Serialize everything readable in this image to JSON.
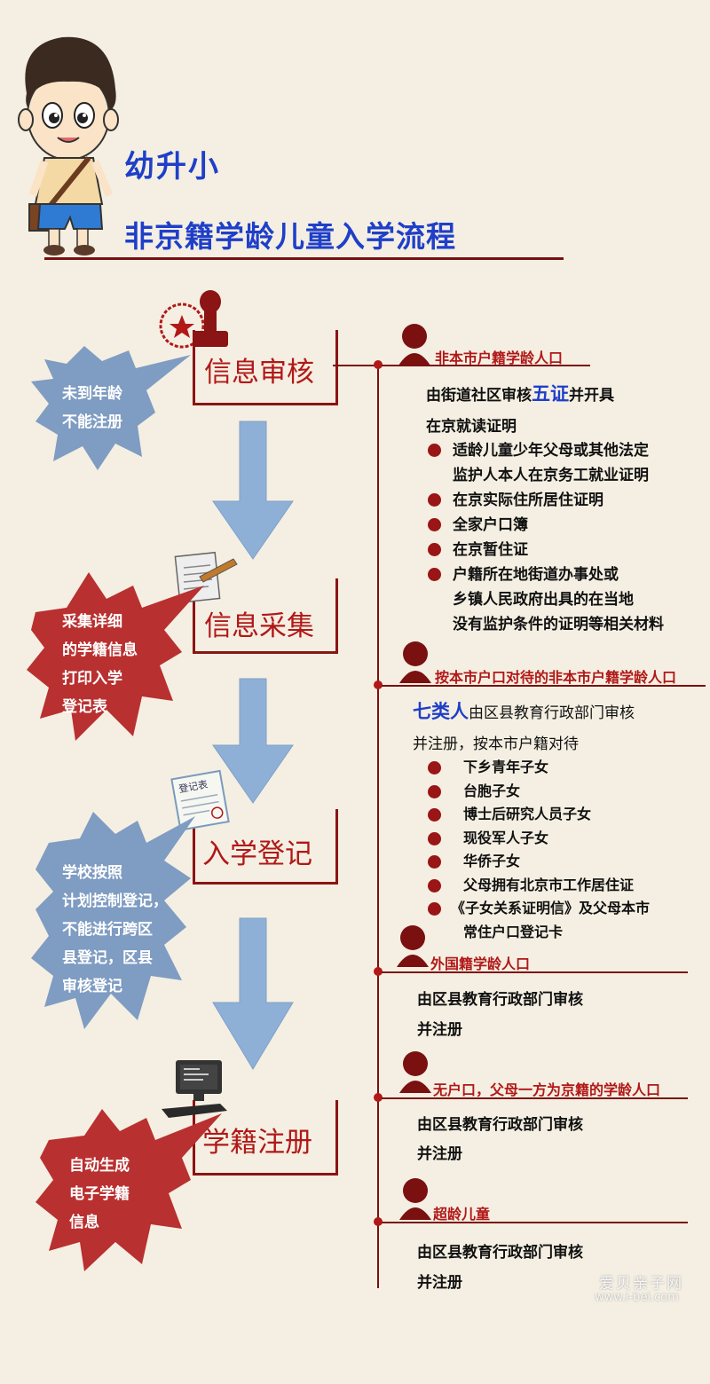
{
  "title": {
    "line1": "幼升小",
    "line2": "非京籍学龄儿童入学流程"
  },
  "steps": [
    {
      "label": "信息审核"
    },
    {
      "label": "信息采集"
    },
    {
      "label": "入学登记"
    },
    {
      "label": "学籍注册"
    }
  ],
  "bubbles": [
    {
      "lines": [
        "未到年龄",
        "不能注册"
      ],
      "color": "#7f9cc2"
    },
    {
      "lines": [
        "采集详细",
        "的学籍信息",
        "打印入学",
        "登记表"
      ],
      "color": "#b93030"
    },
    {
      "lines": [
        "学校按照",
        "计划控制登记，",
        "不能进行跨区",
        "县登记，区县",
        "审核登记"
      ],
      "color": "#7f9cc2"
    },
    {
      "lines": [
        "自动生成",
        "电子学籍",
        "信息"
      ],
      "color": "#b93030"
    }
  ],
  "form_label": "登记表",
  "categories": {
    "c1": {
      "title": "非本市户籍学龄人口",
      "intro_pre": "由街道社区审核",
      "intro_em": "五证",
      "intro_post": "并开具",
      "intro2": "在京就读证明",
      "items": [
        "适龄儿童少年父母或其他法定",
        "监护人本人在京务工就业证明",
        "在京实际住所居住证明",
        "全家户口簿",
        "在京暂住证",
        "户籍所在地街道办事处或",
        "乡镇人民政府出具的在当地",
        "没有监护条件的证明等相关材料"
      ]
    },
    "c2": {
      "title": "按本市户口对待的非本市户籍学龄人口",
      "intro_em": "七类人",
      "intro_post": "由区县教育行政部门审核",
      "intro2": "并注册，按本市户籍对待",
      "items": [
        "下乡青年子女",
        "台胞子女",
        "博士后研究人员子女",
        "现役军人子女",
        "华侨子女",
        "父母拥有北京市工作居住证",
        "《子女关系证明信》及父母本市",
        "常住户口登记卡"
      ]
    },
    "c3": {
      "title": "外国籍学龄人口",
      "line1": "由区县教育行政部门审核",
      "line2": "并注册"
    },
    "c4": {
      "title": "无户口，父母一方为京籍的学龄人口",
      "line1": "由区县教育行政部门审核",
      "line2": "并注册"
    },
    "c5": {
      "title": "超龄儿童",
      "line1": "由区县教育行政部门审核",
      "line2": "并注册"
    }
  },
  "watermark": {
    "line1": "爱贝亲子网",
    "line2": "www.i-bei.com"
  },
  "colors": {
    "accent_red": "#b11818",
    "dark_red": "#7a1010",
    "title_blue": "#1f3fc9",
    "arrow_blue": "#8fb0d6",
    "background": "#f4efe2"
  }
}
